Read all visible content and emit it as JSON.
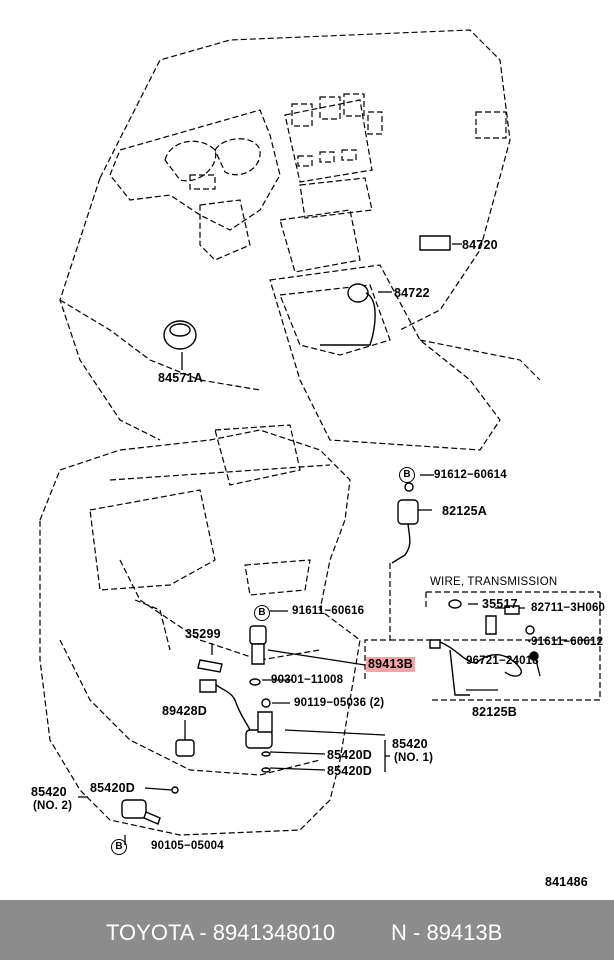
{
  "labels": {
    "p84720": "84720",
    "p84722": "84722",
    "p84571A": "84571A",
    "p91612": "91612−60614",
    "p82125A": "82125A",
    "wire_title": "WIRE, TRANSMISSION",
    "p35517": "35517",
    "p82711": "82711−3H060",
    "p91611b": "91611−60612",
    "p96721": "96721−24018",
    "p82125B": "82125B",
    "p91611a": "91611−60616",
    "p35299": "35299",
    "p89413B": "89413B",
    "p90301": "90301−11008",
    "p90119": "90119−05036 (2)",
    "p89428D": "89428D",
    "p85420_no1": "85420",
    "p85420_no1_sub": "(NO. 1)",
    "p85420D_a": "85420D",
    "p85420D_b": "85420D",
    "p85420_no2": "85420",
    "p85420_no2_sub": "(NO. 2)",
    "p85420D_c": "85420D",
    "p90105": "90105−05004",
    "fig_no": "841486",
    "b1": "B",
    "b2": "B",
    "b3": "B"
  },
  "footer": {
    "brand_text": "TOYOTA - 8941348010",
    "ref_text": "N - 89413B"
  },
  "colors": {
    "highlight": "#f4a6a6",
    "footer_bg": "#8c8c8c"
  }
}
